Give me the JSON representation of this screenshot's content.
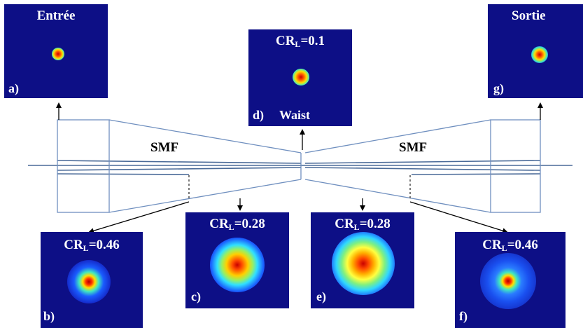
{
  "labels": {
    "smf_left": "SMF",
    "smf_right": "SMF"
  },
  "panels": {
    "a": {
      "letter": "a)",
      "title": "Entrée"
    },
    "d": {
      "letter": "d)",
      "title_main": "CR",
      "title_sub": "L",
      "title_value": "=0.1",
      "caption": "Waist"
    },
    "g": {
      "letter": "g)",
      "title": "Sortie"
    },
    "b": {
      "letter": "b)",
      "title_main": "CR",
      "title_sub": "L",
      "title_value": "=0.46"
    },
    "c": {
      "letter": "c)",
      "title_main": "CR",
      "title_sub": "L",
      "title_value": "=0.28"
    },
    "e": {
      "letter": "e)",
      "title_main": "CR",
      "title_sub": "L",
      "title_value": "=0.28"
    },
    "f": {
      "letter": "f)",
      "title_main": "CR",
      "title_sub": "L",
      "title_value": "=0.46"
    }
  },
  "colors": {
    "panel_bg": "#0d0f86",
    "outline": "#6f8fbf",
    "core": "#3d5f8f",
    "arrow": "#000000"
  }
}
